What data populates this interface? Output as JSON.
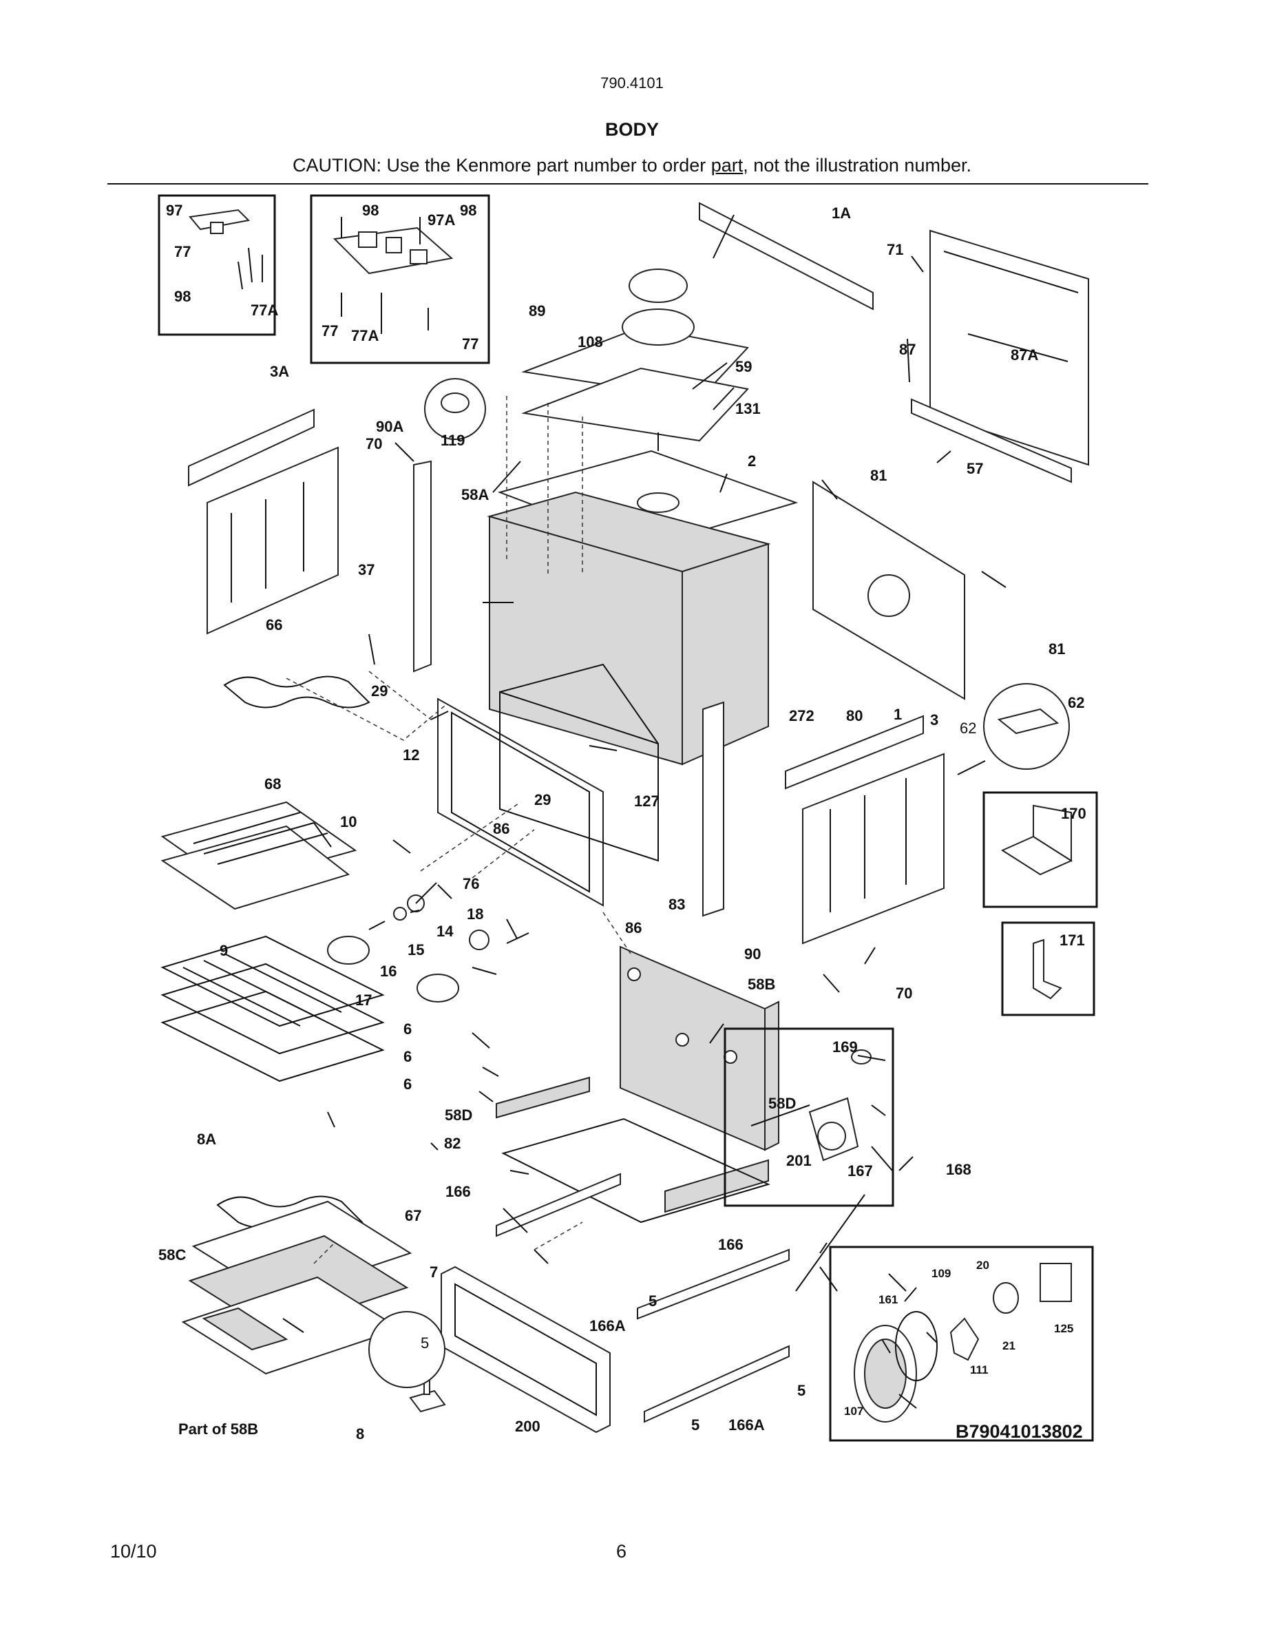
{
  "header": {
    "model": "790.4101",
    "title": "BODY",
    "caution_pre": "CAUTION: Use the Kenmore part number to order ",
    "caution_link": "part",
    "caution_post": ", not the illustration number."
  },
  "diagram": {
    "labels": {
      "p97": "97",
      "p98a": "98",
      "p97a": "97A",
      "p98b": "98",
      "p77a": "77",
      "p98c": "98",
      "p77Aa": "77A",
      "p77b": "77",
      "p77Ab": "77A",
      "p77c": "77",
      "p1A": "1A",
      "p71": "71",
      "p89": "89",
      "p108": "108",
      "p59": "59",
      "p87": "87",
      "p87A": "87A",
      "p3A": "3A",
      "p90A": "90A",
      "p70a": "70",
      "p119": "119",
      "p131": "131",
      "p2": "2",
      "p58A": "58A",
      "p81a": "81",
      "p57": "57",
      "p37": "37",
      "p66": "66",
      "p29a": "29",
      "p81b": "81",
      "p62a": "62",
      "p12": "12",
      "p272": "272",
      "p80": "80",
      "p1": "1",
      "p3": "3",
      "p62b": "62",
      "p68": "68",
      "p29b": "29",
      "p127": "127",
      "p170": "170",
      "p10": "10",
      "p86a": "86",
      "p76": "76",
      "p83": "83",
      "p18": "18",
      "p9": "9",
      "p14": "14",
      "p15": "15",
      "p86b": "86",
      "p90": "90",
      "p16": "16",
      "p58B": "58B",
      "p171": "171",
      "p70b": "70",
      "p17": "17",
      "p6a": "6",
      "p6b": "6",
      "p6c": "6",
      "p169": "169",
      "p58Da": "58D",
      "p58Db": "58D",
      "p8A": "8A",
      "p82": "82",
      "p201": "201",
      "p167": "167",
      "p168": "168",
      "p166a": "166",
      "p67": "67",
      "p166b": "166",
      "p58C": "58C",
      "p7": "7",
      "p109": "109",
      "p20": "20",
      "p161": "161",
      "p5a": "5",
      "p166Aa": "166A",
      "p125": "125",
      "p21": "21",
      "p111": "111",
      "p5b": "5",
      "p5c": "5",
      "p107": "107",
      "p5d": "5",
      "p166Ab": "166A",
      "part_of_58B": "Part of 58B",
      "p8": "8",
      "p200": "200"
    },
    "drawing_code": "B79041013802"
  },
  "footer": {
    "date": "10/10",
    "page": "6"
  }
}
